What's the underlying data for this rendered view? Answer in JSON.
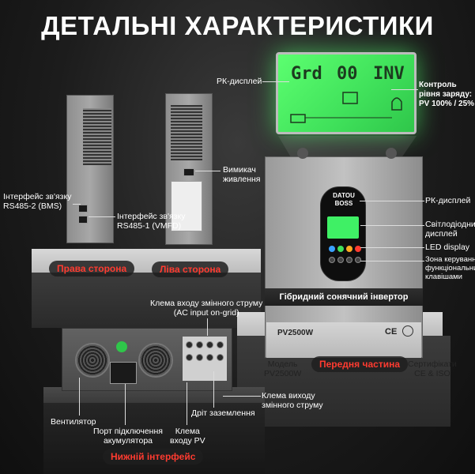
{
  "title": "ДЕТАЛЬНІ ХАРАКТЕРИСТИКИ",
  "lcd": {
    "seg_left": "Grd",
    "seg_mid": "00",
    "seg_right": "INV"
  },
  "labels": {
    "rk_display_top": "РК-дисплей",
    "charge_control": "Контроль\nрівня заряду:\nPV 100% / 25%",
    "rs485_2": "Інтерфейс зв'язку\nRS485-2 (BMS)",
    "rs485_1": "Інтерфейс зв'язку\nRS485-1 (VMFD)",
    "power_switch": "Вимикач\nживлення",
    "rk_display_right": "РК-дисплей",
    "led_display_ua": "Світлодіодний\nдисплей",
    "led_display_en": "LED display",
    "control_zone": "Зона керування\nфункціональних\nклавішами",
    "inverter_name": "Гібридний сонячний інвертор",
    "model_plate": "PV2500W",
    "ac_input": "Клема входу змінного струму\n(AC input on-grid)",
    "model": "Модель\nPV2500W",
    "certs": "Сертифікати\nCE & ISO",
    "ac_output": "Клема виходу\nзмінного струму",
    "ground": "Дріт заземлення",
    "fan": "Вентилятор",
    "battery_port": "Порт підключення\nакумулятора",
    "pv_input": "Клема\nвходу PV"
  },
  "brand": {
    "line1": "DATOU",
    "line2": "BOSS"
  },
  "cert_mark": "CE",
  "sections": {
    "right_side": "Права сторона",
    "left_side": "Ліва сторона",
    "front": "Передня частина",
    "bottom": "Нижній інтерфейс"
  },
  "colors": {
    "accent_red": "#ff3b30",
    "lcd_green": "#3fe05a"
  }
}
